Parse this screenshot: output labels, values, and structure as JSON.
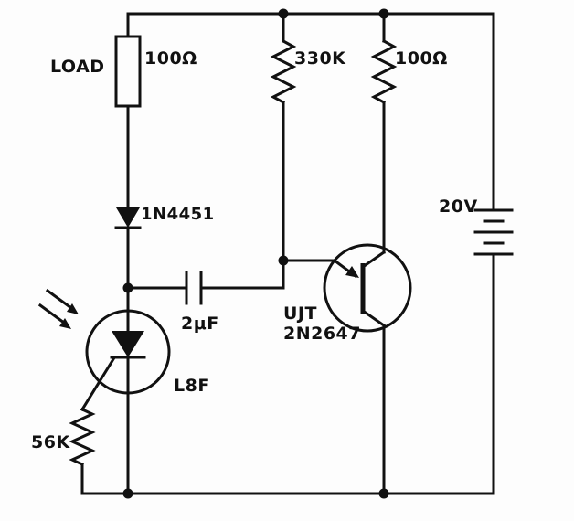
{
  "schematic": {
    "labels": {
      "load": "LOAD",
      "load_resistor_value": "100Ω",
      "timing_resistor_value": "330K",
      "base2_resistor_value": "100Ω",
      "supply_voltage": "20V",
      "diode_part": "1N4451",
      "capacitor_value": "2μF",
      "ujt_label": "UJT",
      "ujt_part": "2N2647",
      "photo_scr_part": "L8F",
      "gate_resistor_value": "56K"
    },
    "colors": {
      "ink": "#111111",
      "background": "#fdfdfd"
    }
  }
}
